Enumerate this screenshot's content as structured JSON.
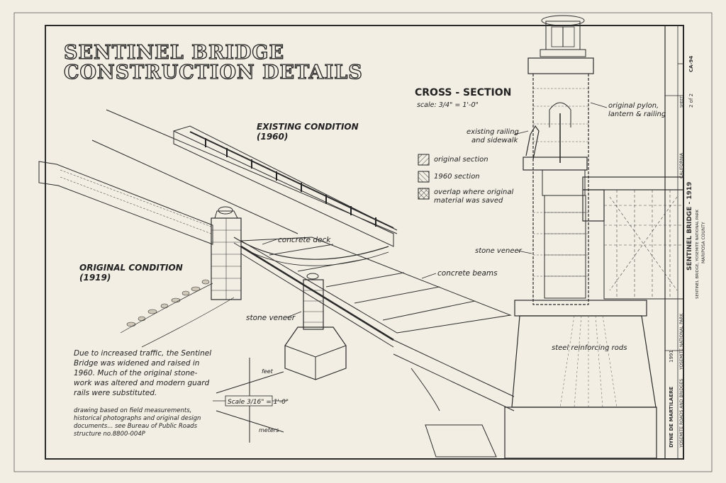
{
  "title": {
    "line1": "SENTINEL BRIDGE",
    "line2": "CONSTRUCTION DETAILS"
  },
  "existing_condition": {
    "label": "EXISTING CONDITION",
    "year": "(1960)"
  },
  "original_condition": {
    "label": "ORIGINAL CONDITION",
    "year": "(1919)"
  },
  "cross_section": {
    "title": "CROSS - SECTION",
    "scale": "scale: 3/4\" = 1'-0\""
  },
  "legend": [
    {
      "label": "original section"
    },
    {
      "label": "1960 section"
    },
    {
      "label": "overlap where original",
      "label2": "material was saved"
    }
  ],
  "callouts": {
    "concrete_deck": "concrete deck",
    "concrete_beams": "concrete beams",
    "stone_veneer_left": "stone veneer",
    "stone_veneer_right": "stone veneer",
    "steel_rods": "steel reinforcing rods",
    "existing_railing": "existing railing",
    "existing_railing2": "and sidewalk",
    "pylon1": "original pylon,",
    "pylon2": "lantern & railing"
  },
  "notes": {
    "traffic": [
      "Due to increased traffic, the Sentinel",
      "Bridge was widened and raised in",
      "1960. Much of the original stone-",
      "work was altered and modern guard",
      "rails were substituted."
    ],
    "sources": [
      "drawing based on field measurements,",
      "historical photographs and original design",
      "documents... see Bureau of Public Roads",
      "structure no.8800-004P"
    ]
  },
  "scale_bar": {
    "label": "Scale 3/16\" = 1'-0\"",
    "feet": "feet",
    "meters": "meters"
  },
  "title_block": {
    "project": "SENTINEL BRIDGE - 1919",
    "location_line": "SENTINEL BRIDGE, YOSEMITE NATIONAL PARK",
    "county": "MARIPOSA COUNTY",
    "state": "CALIFORNIA",
    "park": "YOSEMITE NATIONAL PARK",
    "program": "YOSEMITE ROADS AND BRIDGES",
    "delineator": "DYNE DE MARTILAERE",
    "year": "1991",
    "sheet_label": "SHEET",
    "sheet": "2 of 2",
    "survey_no": "CA-94"
  }
}
